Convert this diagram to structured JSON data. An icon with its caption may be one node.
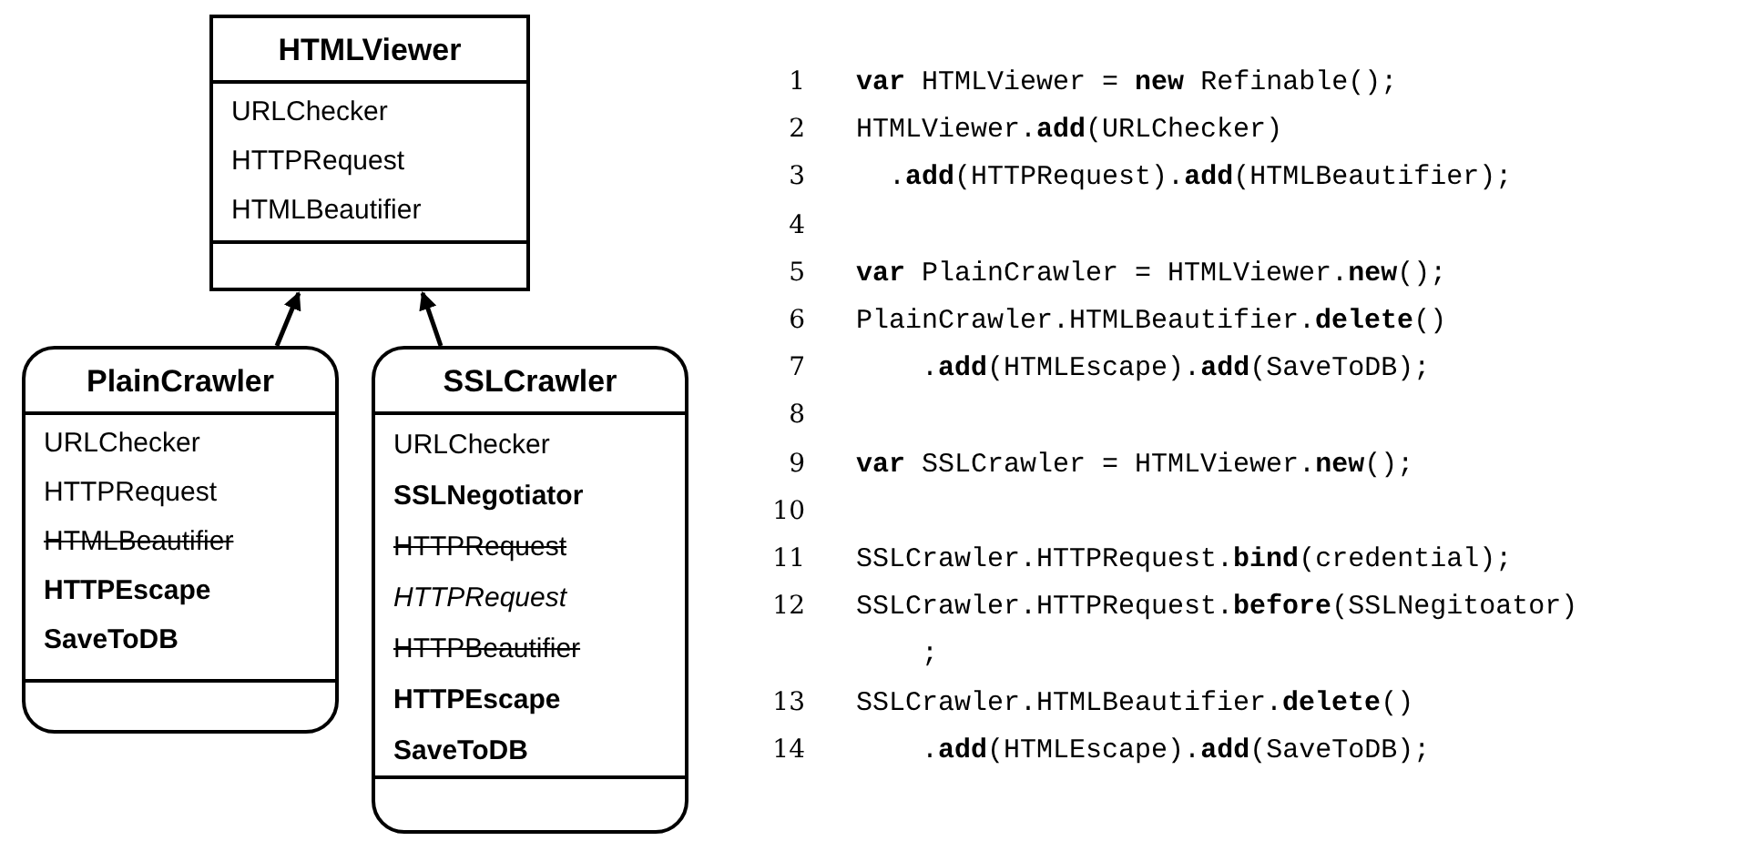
{
  "diagram": {
    "nodes": [
      {
        "text": [
          "HTMLViewer",
          "URLChecker",
          "HTTPRequest",
          "HTMLBeautifier"
        ]
      },
      {
        "text": [
          "PlainCrawler",
          "URLChecker",
          "HTTPRequest",
          "HTMLBeautifier",
          "HTTPEscape",
          "SaveToDB"
        ]
      },
      {
        "text": [
          "SSLCrawler",
          "URLChecker",
          "SSLNegotiator",
          "HTTPRequest",
          "HTTPRequest",
          "HTTPBeautifier",
          "HTTPEscape",
          "SaveToDB"
        ]
      }
    ],
    "edges": [
      {
        "from": 1,
        "to": 0,
        "arrow": "to"
      },
      {
        "from": 2,
        "to": 0,
        "arrow": "to"
      }
    ],
    "labels": [
      "1",
      "**var** HTMLViewer = **new** Refinable();",
      "2",
      "HTMLViewer.**add**(URLChecker)",
      "3",
      ".**add**(HTTPRequest).**add**(HTMLBeautifier);",
      "4",
      "5",
      "**var** PlainCrawler = HTMLViewer.**new**();",
      "6",
      "PlainCrawler.HTMLBeautifier.**delete**()",
      "7",
      ".**add**(HTMLEscape).**add**(SaveToDB);",
      "8",
      "9",
      "**var** SSLCrawler = HTMLViewer.**new**();",
      "10",
      "11",
      "SSLCrawler.HTTPRequest.**bind**(credential);",
      "12",
      "SSLCrawler.HTTPRequest.**before**(SSLNegitoator) ;",
      "13",
      "SSLCrawler.HTMLBeautifier.**delete**()",
      "14",
      ".**add**(HTMLEscape).**add**(SaveToDB);"
    ]
  }
}
